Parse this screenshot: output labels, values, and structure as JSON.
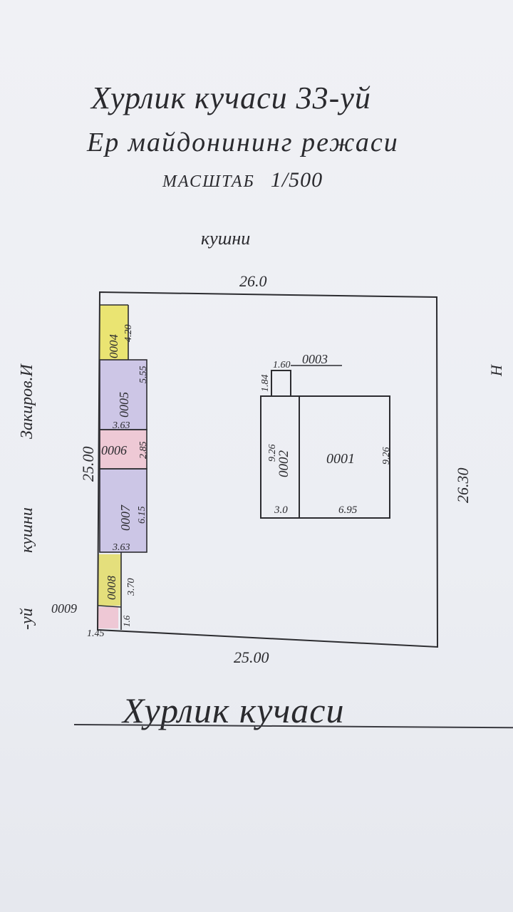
{
  "doc": {
    "title": "Хурлик   кучаси 33-уй",
    "subtitle": "Ер  майдонининг  режаси",
    "scale_label": "МАСШТАБ",
    "scale_value": "1/500",
    "street": "Хурлик   кучаси"
  },
  "neighbors": {
    "top": "кушни",
    "left_name": "Закиров.И",
    "left_kushni": "кушни",
    "left_house": "-уй",
    "right_fragment": "Н"
  },
  "dims": {
    "top": "26.0",
    "bottom": "25.00",
    "right": "26.30",
    "left": "25.00"
  },
  "blocks": {
    "b0004": {
      "id": "0004",
      "dim": "4.20"
    },
    "b0005": {
      "id": "0005",
      "dim_side": "5.55",
      "dim_width": "3.63"
    },
    "b0006": {
      "id": "0006",
      "dim": "2.85"
    },
    "b0007": {
      "id": "0007",
      "dim_side": "6.15",
      "dim_width": "3.63"
    },
    "b0008": {
      "id": "0008",
      "dim": "3.70"
    },
    "b0009": {
      "id": "0009",
      "dim_side": "1.6",
      "dim_width": "1.45"
    }
  },
  "house": {
    "b0001": {
      "id": "0001",
      "dim_height": "9.26",
      "dim_width": "6.95"
    },
    "b0002": {
      "id": "0002",
      "dim_height": "9.26",
      "dim_width": "3.0"
    },
    "b0003": {
      "id": "0003",
      "dim_width": "1.60",
      "dim_height": "1.84"
    }
  },
  "colors": {
    "yellow_fill": "#e9e25a",
    "purple_fill": "#c9c1e4",
    "pink_fill": "#eec6d3",
    "ink": "#2c2c30"
  }
}
